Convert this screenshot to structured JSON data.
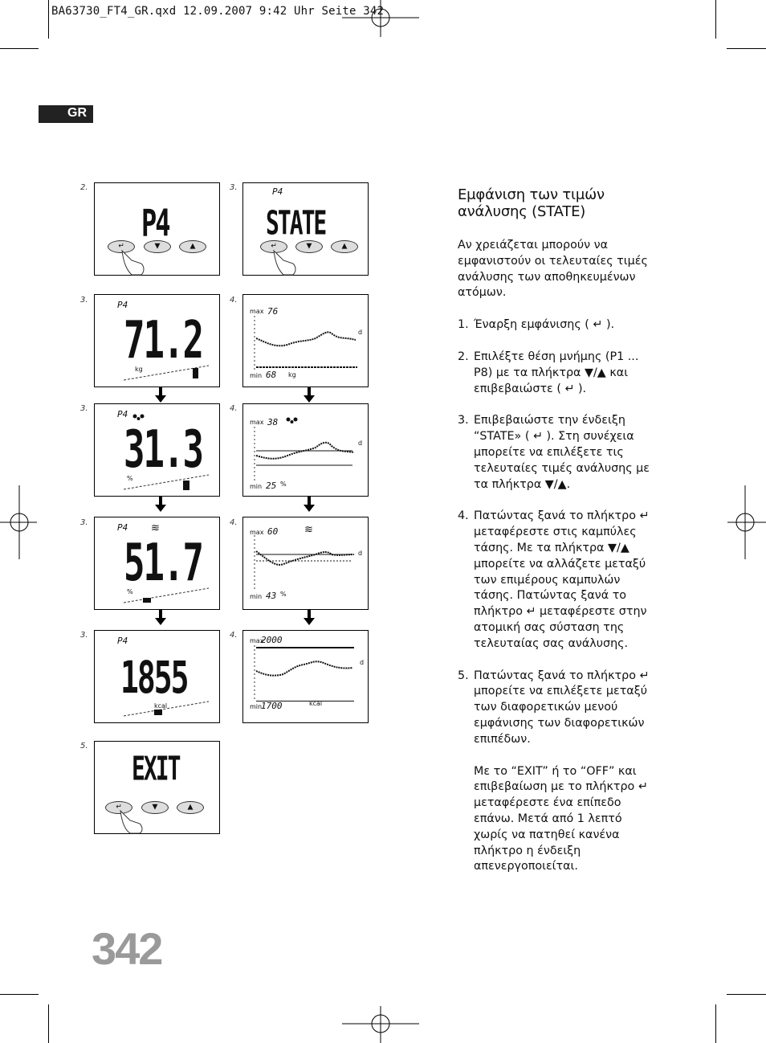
{
  "header": {
    "file_line": "BA63730_FT4_GR.qxd  12.09.2007  9:42 Uhr  Seite 342"
  },
  "lang_tab": "GR",
  "steps": {
    "s2": "2.",
    "s3": "3.",
    "s4": "4.",
    "s5": "5."
  },
  "displays": {
    "p4_big": "P4",
    "state_big": "STATE",
    "p4_small": "P4",
    "weight_value": "71.2",
    "weight_unit": "kg",
    "fat_value": "31.3",
    "fat_unit": "%",
    "water_value": "51.7",
    "water_unit": "%",
    "kcal_value": "1855",
    "kcal_unit": "kcal",
    "exit_big": "EXIT",
    "graph_weight_max": "76",
    "graph_weight_min": "68",
    "graph_weight_unit": "kg",
    "graph_fat_max": "38",
    "graph_fat_min": "25",
    "graph_fat_unit": "%",
    "graph_water_max": "60",
    "graph_water_min": "43",
    "graph_water_unit": "%",
    "graph_kcal_max": "2000",
    "graph_kcal_min": "1700",
    "graph_kcal_unit": "kcal",
    "max_label": "max",
    "min_label": "min",
    "d_label": "d",
    "water_symbol": "≋",
    "enter_icon": "↵",
    "down_icon": "▼",
    "up_icon": "▲"
  },
  "content": {
    "title": "Εμφάνιση των τιμών ανάλυσης (STATE)",
    "intro": "Αν χρειάζεται μπορούν να εμφανιστούν οι τελευταίες τιμές ανάλυσης των αποθηκευμένων ατόμων.",
    "items": [
      {
        "num": "1.",
        "text": "Έναρξη εμφάνισης ( ↵ )."
      },
      {
        "num": "2.",
        "text": "Επιλέξτε θέση μνήμης (P1 ... P8) με τα πλήκτρα ▼/▲ και επιβεβαιώστε ( ↵ )."
      },
      {
        "num": "3.",
        "text": "Επιβεβαιώστε την ένδειξη “STATE» ( ↵ ). Στη συνέχεια μπορείτε να επιλέξετε τις τελευταίες τιμές ανάλυσης με τα πλήκτρα ▼/▲."
      },
      {
        "num": "4.",
        "text": "Πατώντας ξανά το πλήκτρο ↵ μεταφέρεστε στις καμπύλες τάσης. Με τα πλήκτρα ▼/▲ μπορείτε να αλλάζετε μεταξύ των επιμέρους καμπυλών τάσης. Πατώντας ξανά το πλήκτρο ↵ μεταφέρεστε στην ατομική σας σύσταση της τελευταίας σας ανάλυσης."
      },
      {
        "num": "5.",
        "text": "Πατώντας ξανά το πλήκτρο ↵ μπορείτε να επιλέξετε μεταξύ των διαφορετικών μενού εμφάνισης των διαφορετικών επιπέδων."
      }
    ],
    "exit_note": "Με το “EXIT” ή το “OFF” και επιβεβαίωση με το πλήκτρο ↵ μεταφέρεστε ένα επίπεδο επάνω. Μετά από 1 λεπτό χωρίς να πατηθεί κανένα πλήκτρο η ένδειξη απενεργοποιείται."
  },
  "page_number": "342"
}
